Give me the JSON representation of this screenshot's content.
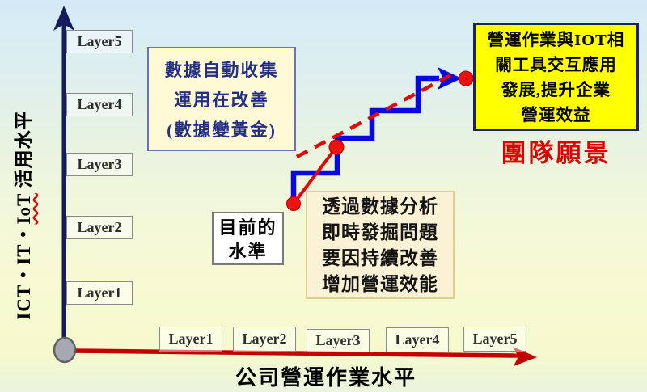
{
  "colors": {
    "axis-navy": "#141B5E",
    "axis-red": "#C40000",
    "stair-blue": "#0909E4",
    "trend-red": "#E00707",
    "dot-red": "#EE1111",
    "vision-bg": "#FFFF00",
    "vision-border": "#1A2369",
    "vision-caption": "#DD0000",
    "note-bg": "#FFF9D6",
    "note-border": "#6A74B4",
    "note-text": "#232E85",
    "analysis-bg": "#FBF2D5",
    "analysis-border": "#DFCF8D",
    "layer-box-border": "#8A8A8A",
    "origin-fill": "#A8A8B0",
    "origin-border": "#606068"
  },
  "y_axis": {
    "title_prefix": "ICT・IT・",
    "title_iot": "IoT",
    "title_suffix": " 活用水平",
    "layers": [
      "Layer5",
      "Layer4",
      "Layer3",
      "Layer2",
      "Layer1"
    ]
  },
  "x_axis": {
    "title": "公司營運作業水平",
    "layers": [
      "Layer1",
      "Layer2",
      "Layer3",
      "Layer4",
      "Layer5"
    ]
  },
  "notes": {
    "auto_collect": {
      "lines": [
        "數據自動收集",
        "運用在改善",
        "(數據變黃金)"
      ]
    },
    "vision": {
      "lines": [
        "營運作業與IOT相",
        "關工具交互應用",
        "發展,提升企業",
        "營運效益"
      ],
      "caption": "團隊願景"
    },
    "current": {
      "lines": [
        "目前的",
        "水準"
      ]
    },
    "analysis": {
      "lines": [
        "透過數據分析",
        "即時發掘問題",
        "要因持續改善",
        "增加營運效能"
      ]
    }
  }
}
